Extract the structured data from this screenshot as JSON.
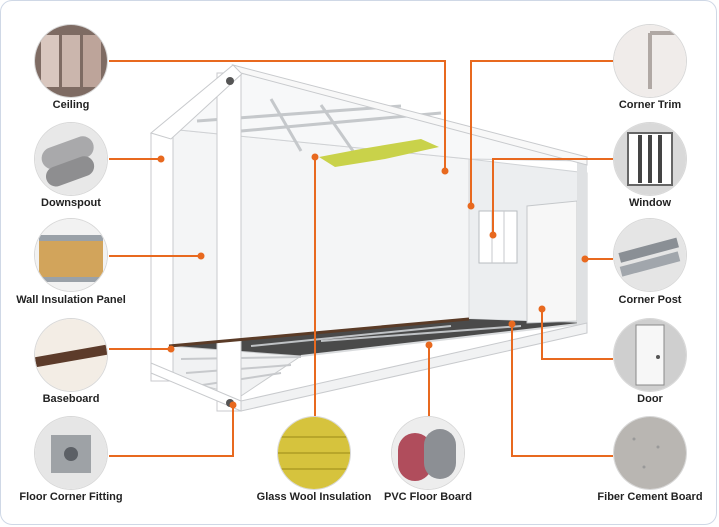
{
  "accent_color": "#e8691f",
  "components": {
    "ceiling": {
      "label": "Ceiling",
      "icon": "ceiling-panel-icon"
    },
    "downspout": {
      "label": "Downspout",
      "icon": "downspout-pipe-icon"
    },
    "wall_insulation_panel": {
      "label": "Wall Insulation Panel",
      "icon": "sandwich-panel-icon"
    },
    "baseboard": {
      "label": "Baseboard",
      "icon": "baseboard-icon"
    },
    "floor_corner_fitting": {
      "label": "Floor Corner Fitting",
      "icon": "corner-fitting-icon"
    },
    "glass_wool_insulation": {
      "label": "Glass Wool Insulation",
      "icon": "glass-wool-icon"
    },
    "pvc_floor_board": {
      "label": "PVC Floor Board",
      "icon": "pvc-roll-icon"
    },
    "fiber_cement_board": {
      "label": "Fiber Cement Board",
      "icon": "cement-board-icon"
    },
    "door": {
      "label": "Door",
      "icon": "door-icon"
    },
    "corner_post": {
      "label": "Corner Post",
      "icon": "corner-post-icon"
    },
    "window": {
      "label": "Window",
      "icon": "window-icon"
    },
    "corner_trim": {
      "label": "Corner Trim",
      "icon": "corner-trim-icon"
    }
  }
}
